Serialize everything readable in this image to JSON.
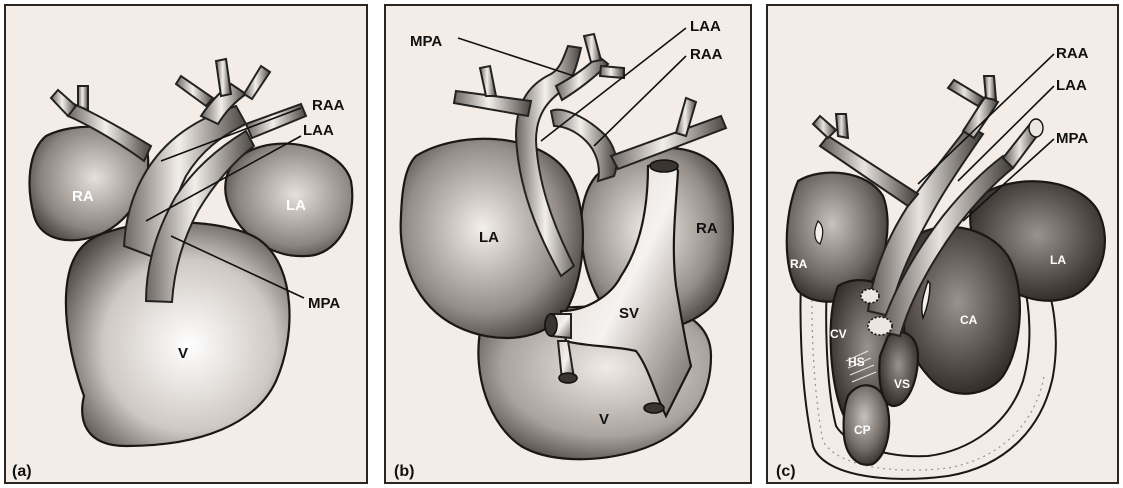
{
  "panels": {
    "a": {
      "panel_label": "(a)",
      "labels": {
        "raa": "RAA",
        "laa": "LAA",
        "ra": "RA",
        "la": "LA",
        "mpa": "MPA",
        "v": "V"
      }
    },
    "b": {
      "panel_label": "(b)",
      "labels": {
        "mpa": "MPA",
        "laa": "LAA",
        "raa": "RAA",
        "la": "LA",
        "ra": "RA",
        "sv": "SV",
        "v": "V"
      }
    },
    "c": {
      "panel_label": "(c)",
      "labels": {
        "raa": "RAA",
        "laa": "LAA",
        "mpa": "MPA",
        "ra": "RA",
        "la": "LA",
        "ca": "CA",
        "cv": "CV",
        "hs": "HS",
        "vs": "VS",
        "cp": "CP"
      }
    }
  },
  "colors": {
    "border": "#2a2522",
    "paper": "#f4ede7",
    "ink": "#111111"
  }
}
